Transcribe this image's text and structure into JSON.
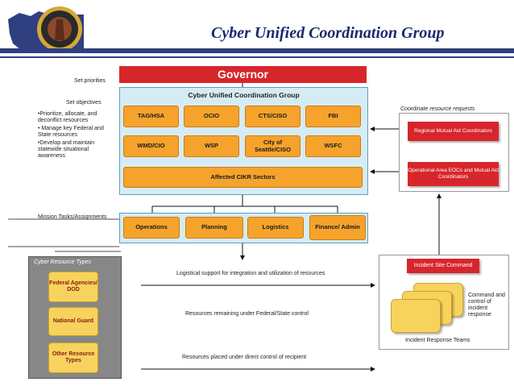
{
  "header": {
    "title": "Cyber Unified Coordination Group"
  },
  "governor": "Governor",
  "left_labels": {
    "set_priorities": "Set priorities",
    "set_objectives": "Set objectives",
    "bullets": [
      "•Prioritize, allocate, and deconflict resources",
      "• Manage key Federal and State resources",
      "•Develop and maintain statewide situational awareness"
    ],
    "mission_tasks": "Mission Tasks/Assignments"
  },
  "cucg": {
    "title": "Cyber Unified Coordination Group",
    "row1": [
      "TAG/HSA",
      "OCIO",
      "CTS/CISO",
      "FBI"
    ],
    "row2": [
      "WMD/CIO",
      "WSP",
      "City of Seattle/CISO",
      "WSFC"
    ],
    "cikr": "Affected CIKR Sectors"
  },
  "sections": [
    "Operations",
    "Planning",
    "Logistics",
    "Finance/ Admin"
  ],
  "coordination": {
    "title": "Coordinate resource requests",
    "regional": "Regional Mutual Aid Coordinators",
    "operational": "Operational Area EOCs and Mutual Aid Coordinators"
  },
  "resources": {
    "title": "Cyber Resource Types",
    "types": [
      "Federal Agencies/ DOD",
      "National Guard",
      "Other Resource Types"
    ]
  },
  "flows": {
    "logistical": "Logistical support for integration and utilization of resources",
    "remaining": "Resources remaining under Federal/State control",
    "placed": "Resources placed under direct control of recipient"
  },
  "incident": {
    "command": "Incident Site Command",
    "control": "Command and control of incident response",
    "teams": "Incident Response Teams"
  },
  "colors": {
    "navy": "#1a2a6c",
    "red": "#d7262b",
    "orange": "#f5a32c",
    "yellow": "#f7d35d",
    "light_blue": "#d6ecf4",
    "gray_panel": "#878787"
  }
}
